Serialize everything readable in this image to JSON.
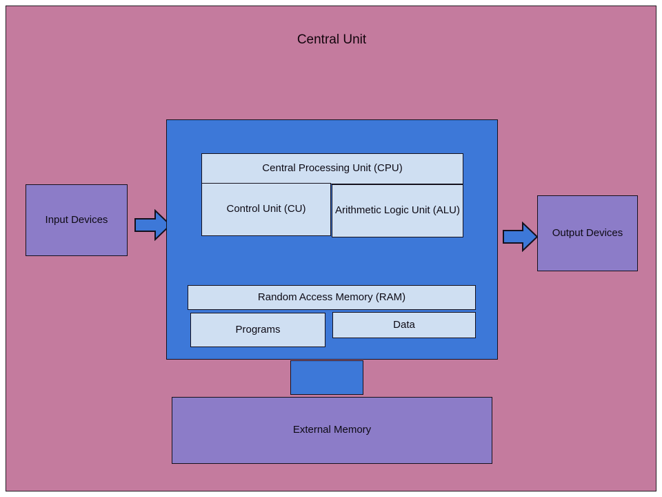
{
  "diagram": {
    "title": "Central Unit",
    "colors": {
      "canvas_background": "#c47b9e",
      "central_unit_blue": "#3d78d8",
      "component_light_blue": "#cfdff2",
      "peripheral_purple": "#8c7cc8",
      "outline": "#14101c",
      "text": "#0d0a14"
    },
    "nodes": {
      "input_devices": "Input Devices",
      "output_devices": "Output Devices",
      "external_memory": "External Memory",
      "cpu_header": "Central Processing Unit (CPU)",
      "control_unit": "Control Unit (CU)",
      "alu": "Arithmetic Logic Unit (ALU)",
      "ram": "Random Access Memory (RAM)",
      "programs": "Programs",
      "data": "Data"
    },
    "arrows": {
      "input_to_central": "right-arrow-icon",
      "central_to_output": "right-arrow-icon"
    }
  }
}
